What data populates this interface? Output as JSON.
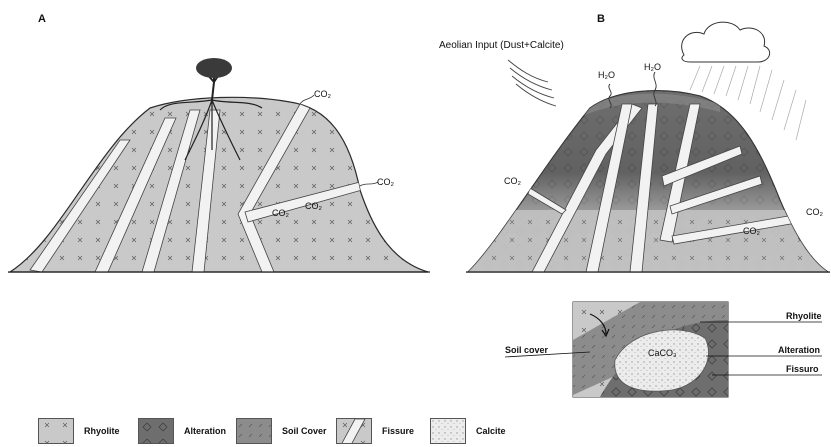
{
  "panels": {
    "a_label": "A",
    "b_label": "B"
  },
  "panel_a": {
    "co2_labels": [
      "CO₂",
      "CO₂",
      "CO₂",
      "CO₂"
    ]
  },
  "panel_b": {
    "aeolian_label": "Aeolian Input (Dust+Calcite)",
    "h2o_labels": [
      "H₂O",
      "H₂O"
    ],
    "co2_labels": [
      "CO₂",
      "CO₂",
      "CO₂"
    ]
  },
  "inset": {
    "caco3_label": "CaCO₃",
    "soil_cover_label": "Soil cover",
    "rhyolite_label": "Rhyolite",
    "alteration_label": "Alteration",
    "fissure_label": "Fissuro"
  },
  "legend": [
    {
      "label": "Rhyolite",
      "swatch": "rhyolite"
    },
    {
      "label": "Alteration",
      "swatch": "alteration"
    },
    {
      "label": "Soil Cover",
      "swatch": "soil"
    },
    {
      "label": "Fissure",
      "swatch": "fissure"
    },
    {
      "label": "Calcite",
      "swatch": "calcite"
    }
  ],
  "colors": {
    "rhyolite": "#c9c9c9",
    "alteration": "#6e6e6e",
    "soil_cover": "#8c8c8c",
    "fissure": "#f2f2f2",
    "calcite": "#e8e8e8",
    "outline": "#2b2b2b"
  }
}
